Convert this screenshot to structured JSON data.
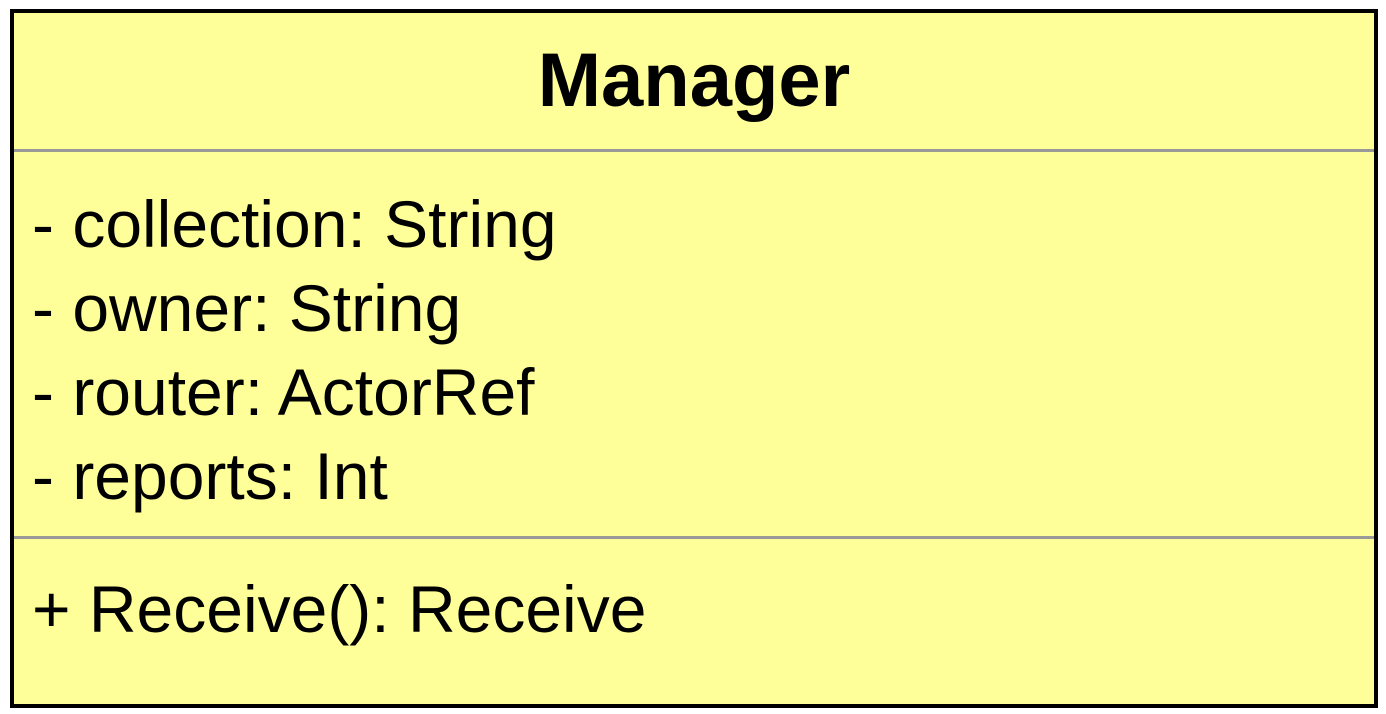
{
  "class": {
    "name": "Manager",
    "attributes": [
      "- collection: String",
      "- owner: String",
      "- router: ActorRef",
      "- reports: Int"
    ],
    "operations": [
      "+ Receive(): Receive"
    ]
  },
  "colors": {
    "fill": "#ffff99",
    "border": "#000000",
    "divider": "#999999"
  }
}
